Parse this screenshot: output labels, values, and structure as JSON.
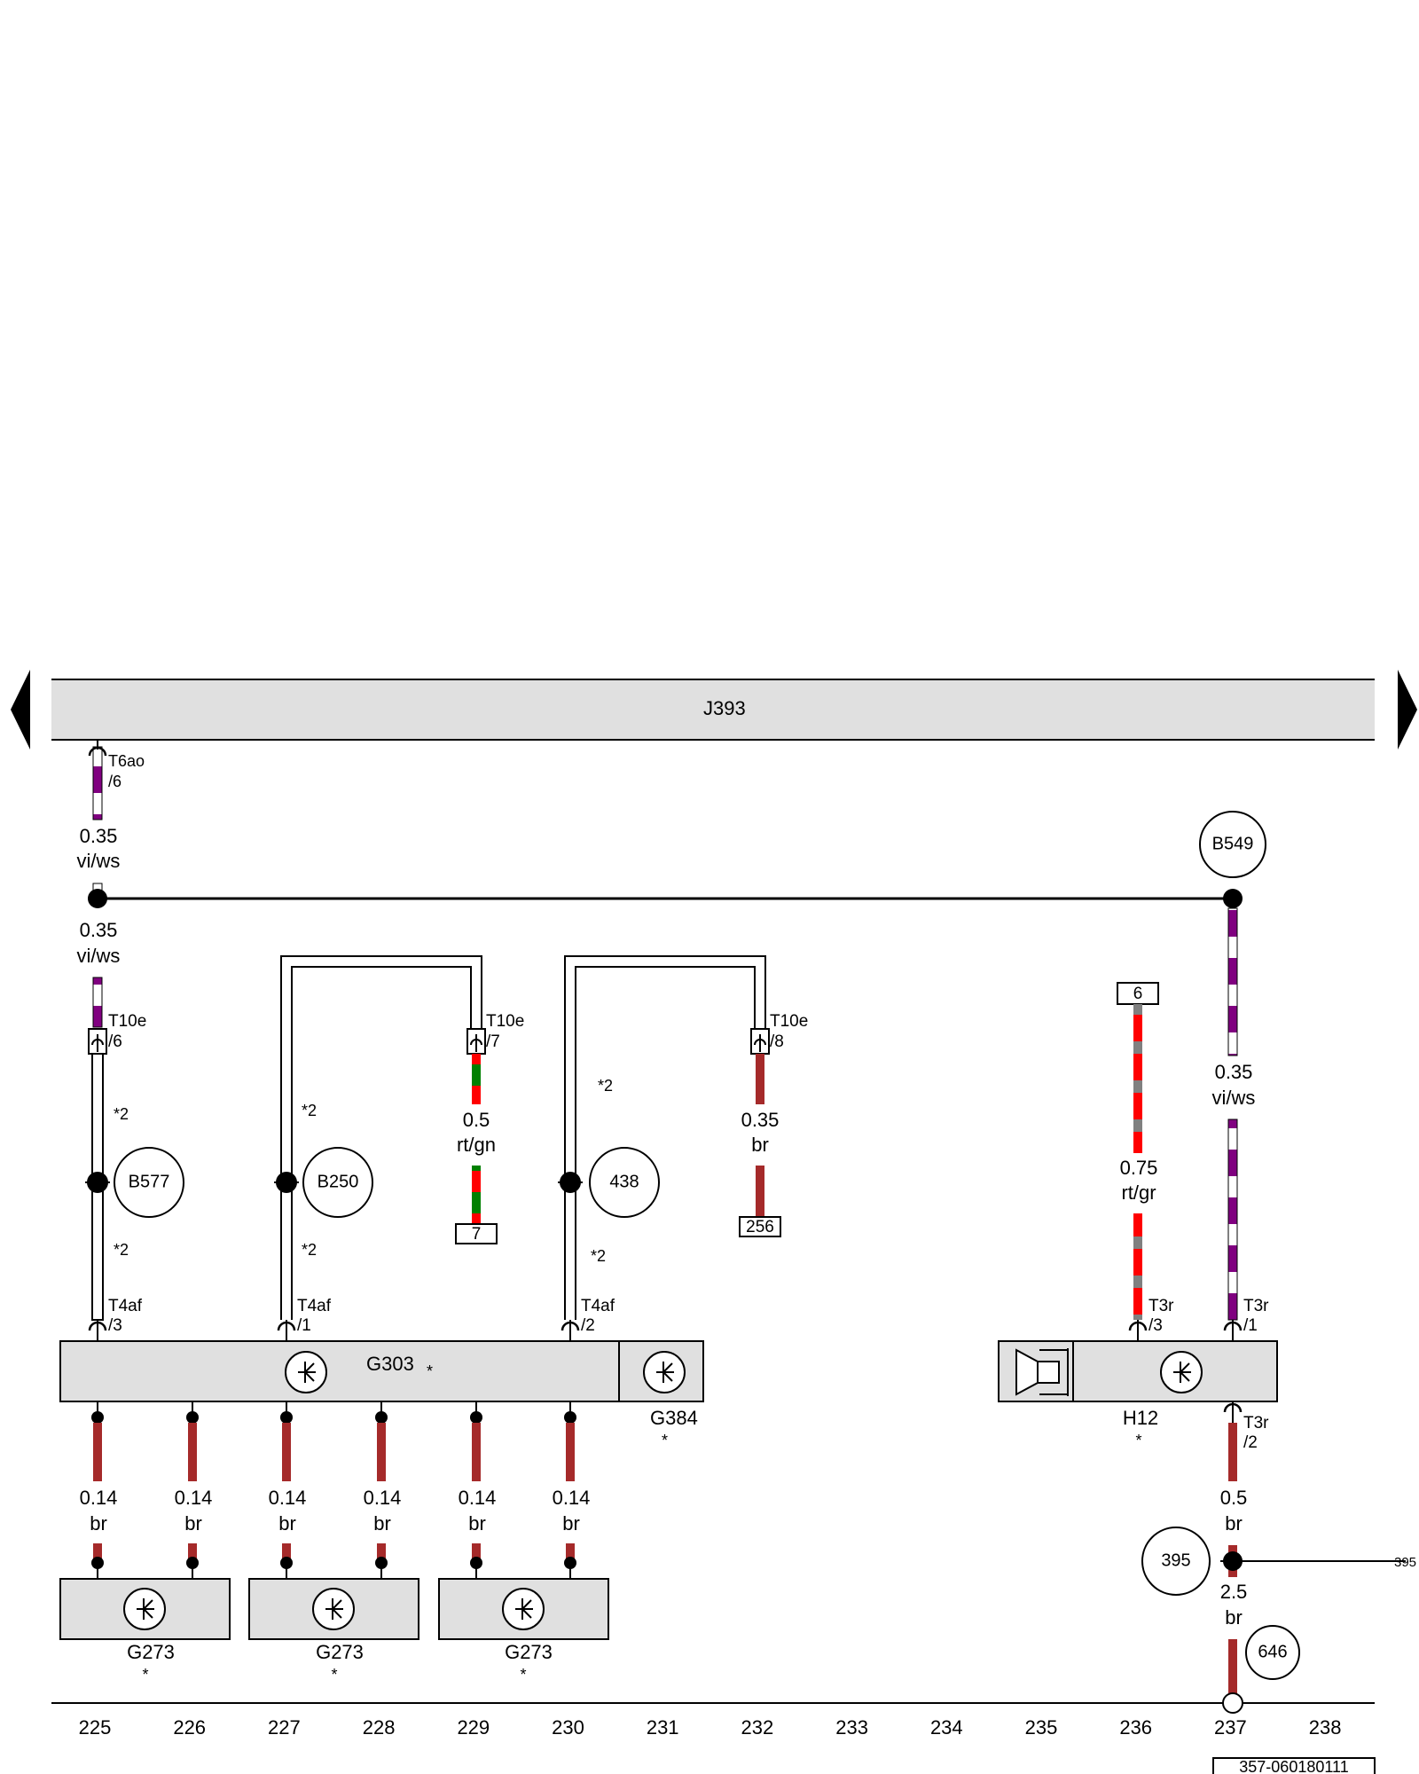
{
  "colors": {
    "background": "#ffffff",
    "box_fill": "#e0e0e0",
    "line": "#000000",
    "brown_wire": "#a52a2a",
    "violet": "#800080",
    "red": "#ff0000",
    "green": "#008000",
    "grey": "#808080"
  },
  "nav": {
    "prev_icon": "arrow-left-icon",
    "next_icon": "arrow-right-icon"
  },
  "control_unit": {
    "label": "J393"
  },
  "components": {
    "g303": {
      "label": "G303",
      "note": "*"
    },
    "g384": {
      "label": "G384",
      "note": "*"
    },
    "h12": {
      "label": "H12",
      "note": "*"
    },
    "g273_a": {
      "label": "G273",
      "note": "*"
    },
    "g273_b": {
      "label": "G273",
      "note": "*"
    },
    "g273_c": {
      "label": "G273",
      "note": "*"
    },
    "sensor_icon": "sensor-symbol-icon",
    "horn_icon": "horn-symbol-icon"
  },
  "connectors": {
    "t6ao": {
      "name": "T6ao",
      "pin": "/6"
    },
    "t10e_6": {
      "name": "T10e",
      "pin": "/6"
    },
    "t10e_7": {
      "name": "T10e",
      "pin": "/7"
    },
    "t10e_8": {
      "name": "T10e",
      "pin": "/8"
    },
    "t4af_3": {
      "name": "T4af",
      "pin": "/3"
    },
    "t4af_1": {
      "name": "T4af",
      "pin": "/1"
    },
    "t4af_2": {
      "name": "T4af",
      "pin": "/2"
    },
    "t3r_3": {
      "name": "T3r",
      "pin": "/3"
    },
    "t3r_1": {
      "name": "T3r",
      "pin": "/1"
    },
    "t3r_2": {
      "name": "T3r",
      "pin": "/2"
    }
  },
  "wires": {
    "w1": {
      "size": "0.35",
      "color": "vi/ws"
    },
    "w2": {
      "size": "0.35",
      "color": "vi/ws"
    },
    "w3": {
      "size": "0.5",
      "color": "rt/gn"
    },
    "w4": {
      "size": "0.35",
      "color": "br"
    },
    "w5": {
      "size": "0.75",
      "color": "rt/gr"
    },
    "w6": {
      "size": "0.35",
      "color": "vi/ws"
    },
    "w7": {
      "size": "0.5",
      "color": "br"
    },
    "w8": {
      "size": "2.5",
      "color": "br"
    },
    "g1": {
      "size": "0.14",
      "color": "br"
    },
    "g2": {
      "size": "0.14",
      "color": "br"
    },
    "g3": {
      "size": "0.14",
      "color": "br"
    },
    "g4": {
      "size": "0.14",
      "color": "br"
    },
    "g5": {
      "size": "0.14",
      "color": "br"
    },
    "g6": {
      "size": "0.14",
      "color": "br"
    }
  },
  "splices": {
    "b577": "B577",
    "b250": "B250",
    "s438": "438",
    "b549": "B549",
    "s395": "395",
    "s646": "646",
    "s395_ref": "395"
  },
  "references": {
    "ref_7": "7",
    "ref_256": "256",
    "ref_6": "6"
  },
  "notes": {
    "n1": "*2",
    "n2": "*2",
    "n3": "*2",
    "n4": "*2",
    "n5": "*2",
    "n6": "*2"
  },
  "scale": [
    "225",
    "226",
    "227",
    "228",
    "229",
    "230",
    "231",
    "232",
    "233",
    "234",
    "235",
    "236",
    "237",
    "238"
  ],
  "doc_number": "357-060180111"
}
